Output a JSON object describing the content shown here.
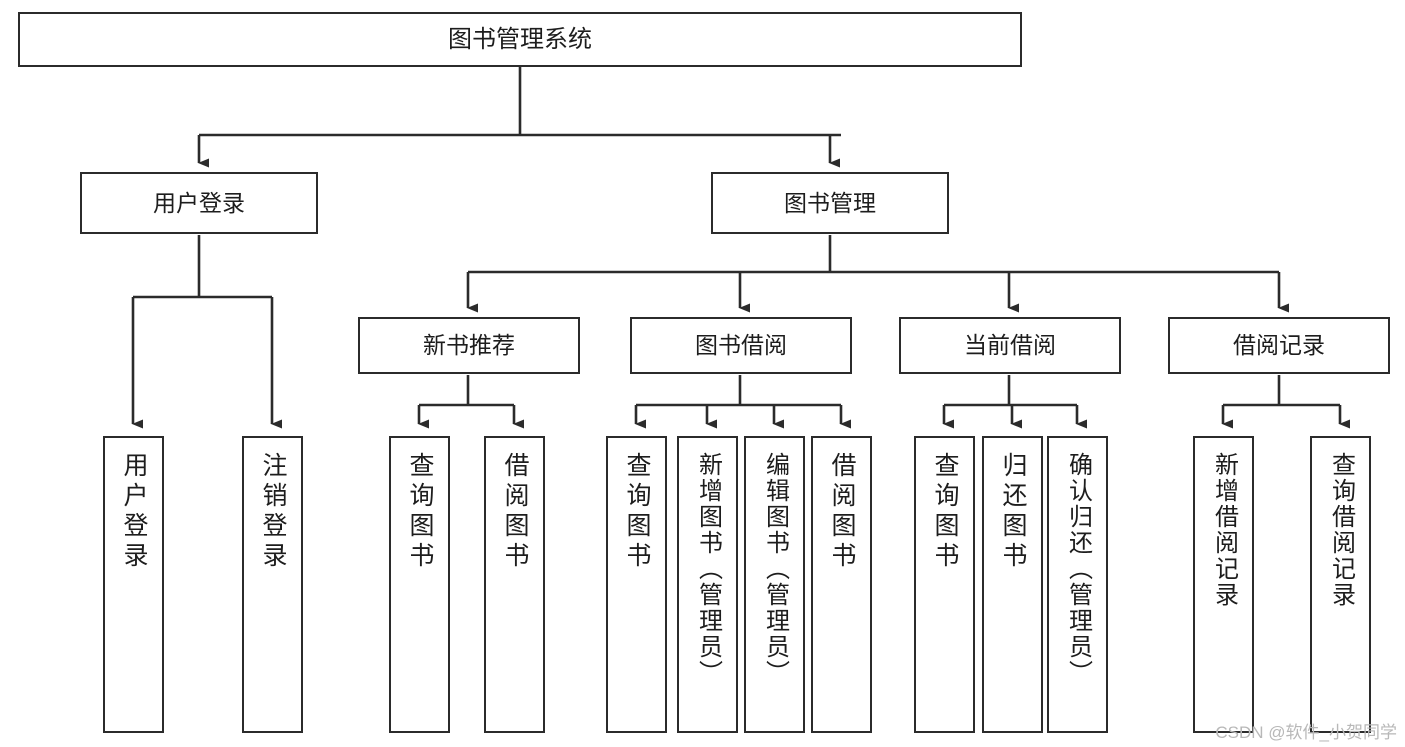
{
  "diagram": {
    "title": "图书管理系统",
    "type": "tree",
    "watermark": "CSDN @软件_小贺同学",
    "colors": {
      "background": "#ffffff",
      "node_border": "#2b2b2b",
      "node_fill": "#ffffff",
      "edge": "#2b2b2b",
      "text": "#1d1d1d",
      "watermark": "#b8b8b8"
    },
    "nodes": {
      "root": {
        "label": "图书管理系统"
      },
      "level2": [
        {
          "id": "user-login",
          "label": "用户登录"
        },
        {
          "id": "book-manage",
          "label": "图书管理"
        }
      ],
      "level3": [
        {
          "id": "new-book-rec",
          "label": "新书推荐"
        },
        {
          "id": "book-borrow",
          "label": "图书借阅"
        },
        {
          "id": "current-borrow",
          "label": "当前借阅"
        },
        {
          "id": "borrow-record",
          "label": "借阅记录"
        }
      ],
      "leaves": {
        "user_login": [
          {
            "id": "leaf-user-login",
            "label": "用户登录"
          },
          {
            "id": "leaf-logout-login",
            "label": "注销登录"
          }
        ],
        "new_book_rec": [
          {
            "id": "leaf-query-book-1",
            "label": "查询图书"
          },
          {
            "id": "leaf-borrow-book-1",
            "label": "借阅图书"
          }
        ],
        "book_borrow": [
          {
            "id": "leaf-query-book-2",
            "label": "查询图书"
          },
          {
            "id": "leaf-add-book",
            "label": "新增图书（管理员）"
          },
          {
            "id": "leaf-edit-book",
            "label": "编辑图书（管理员）"
          },
          {
            "id": "leaf-borrow-book-2",
            "label": "借阅图书"
          }
        ],
        "current_borrow": [
          {
            "id": "leaf-query-book-3",
            "label": "查询图书"
          },
          {
            "id": "leaf-return-book",
            "label": "归还图书"
          },
          {
            "id": "leaf-confirm-return",
            "label": "确认归还（管理员）"
          }
        ],
        "borrow_record": [
          {
            "id": "leaf-add-record",
            "label": "新增借阅记录"
          },
          {
            "id": "leaf-query-record",
            "label": "查询借阅记录"
          }
        ]
      }
    }
  }
}
